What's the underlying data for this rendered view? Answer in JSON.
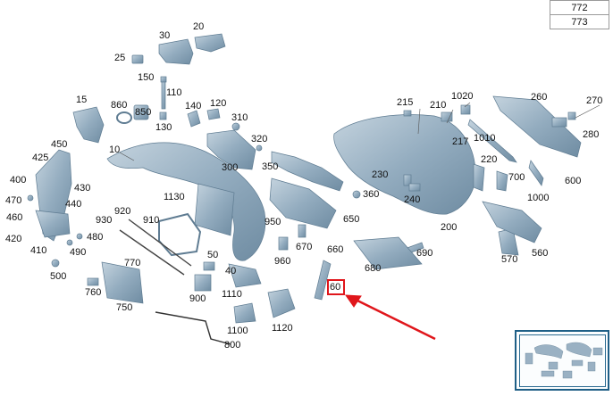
{
  "reference_table": [
    "772",
    "773"
  ],
  "callouts": [
    {
      "id": "20"
    },
    {
      "id": "30"
    },
    {
      "id": "25"
    },
    {
      "id": "150"
    },
    {
      "id": "110"
    },
    {
      "id": "15"
    },
    {
      "id": "860"
    },
    {
      "id": "850"
    },
    {
      "id": "130"
    },
    {
      "id": "140"
    },
    {
      "id": "120"
    },
    {
      "id": "310"
    },
    {
      "id": "320"
    },
    {
      "id": "10"
    },
    {
      "id": "300"
    },
    {
      "id": "350"
    },
    {
      "id": "450"
    },
    {
      "id": "425"
    },
    {
      "id": "400"
    },
    {
      "id": "430"
    },
    {
      "id": "470"
    },
    {
      "id": "440"
    },
    {
      "id": "460"
    },
    {
      "id": "420"
    },
    {
      "id": "480"
    },
    {
      "id": "410"
    },
    {
      "id": "490"
    },
    {
      "id": "500"
    },
    {
      "id": "1130"
    },
    {
      "id": "920"
    },
    {
      "id": "930"
    },
    {
      "id": "910"
    },
    {
      "id": "770"
    },
    {
      "id": "760"
    },
    {
      "id": "750"
    },
    {
      "id": "50"
    },
    {
      "id": "40"
    },
    {
      "id": "900"
    },
    {
      "id": "1110"
    },
    {
      "id": "950"
    },
    {
      "id": "960"
    },
    {
      "id": "670"
    },
    {
      "id": "660"
    },
    {
      "id": "650"
    },
    {
      "id": "360"
    },
    {
      "id": "215"
    },
    {
      "id": "210"
    },
    {
      "id": "1020"
    },
    {
      "id": "217"
    },
    {
      "id": "1010"
    },
    {
      "id": "260"
    },
    {
      "id": "270"
    },
    {
      "id": "280"
    },
    {
      "id": "230"
    },
    {
      "id": "240"
    },
    {
      "id": "220"
    },
    {
      "id": "700"
    },
    {
      "id": "600"
    },
    {
      "id": "1000"
    },
    {
      "id": "200"
    },
    {
      "id": "690"
    },
    {
      "id": "680"
    },
    {
      "id": "570"
    },
    {
      "id": "560"
    },
    {
      "id": "60"
    },
    {
      "id": "1100"
    },
    {
      "id": "1120"
    },
    {
      "id": "800"
    }
  ],
  "highlight": {
    "callout": "60",
    "color": "#e0161b"
  },
  "colors": {
    "part_fill": "#8fa9bd",
    "part_stroke": "#5f7c92",
    "leader": "#555555",
    "thumb_border": "#1f5f86"
  }
}
